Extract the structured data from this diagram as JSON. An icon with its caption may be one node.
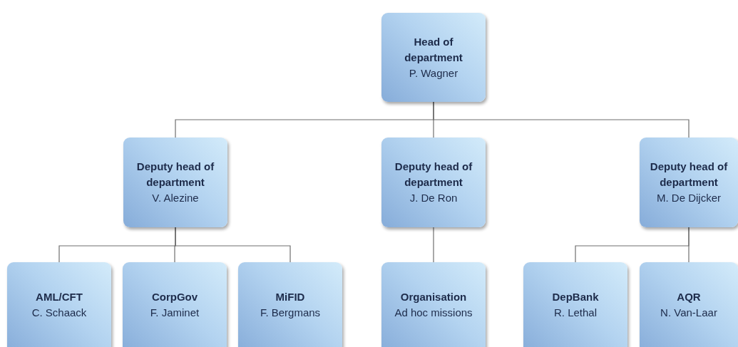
{
  "diagram": {
    "nodes": [
      {
        "text": [
          "Head of department",
          "P. Wagner"
        ]
      },
      {
        "text": [
          "Deputy head of department",
          "V. Alezine"
        ]
      },
      {
        "text": [
          "Deputy head of department",
          "J. De Ron"
        ]
      },
      {
        "text": [
          "Deputy head of department",
          "M. De Dijcker"
        ]
      },
      {
        "text": [
          "AML/CFT",
          "C. Schaack"
        ]
      },
      {
        "text": [
          "CorpGov",
          "F. Jaminet"
        ]
      },
      {
        "text": [
          "MiFID",
          "F. Bergmans"
        ]
      },
      {
        "text": [
          "Organisation",
          "Ad hoc missions"
        ]
      },
      {
        "text": [
          "DepBank",
          "R. Lethal"
        ]
      },
      {
        "text": [
          "AQR",
          "N. Van-Laar"
        ]
      }
    ],
    "edges": [
      {
        "from": 0,
        "to": 1,
        "arrow": "none"
      },
      {
        "from": 0,
        "to": 2,
        "arrow": "none"
      },
      {
        "from": 0,
        "to": 3,
        "arrow": "none"
      },
      {
        "from": 1,
        "to": 4,
        "arrow": "none"
      },
      {
        "from": 1,
        "to": 5,
        "arrow": "none"
      },
      {
        "from": 1,
        "to": 6,
        "arrow": "none"
      },
      {
        "from": 2,
        "to": 7,
        "arrow": "none"
      },
      {
        "from": 3,
        "to": 8,
        "arrow": "none"
      },
      {
        "from": 3,
        "to": 9,
        "arrow": "none"
      }
    ]
  }
}
